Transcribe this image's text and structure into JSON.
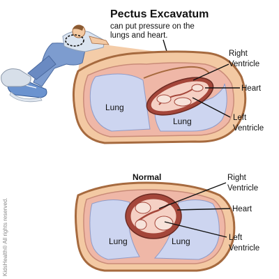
{
  "title": "Pectus Excavatum",
  "subtitle": [
    "can put pressure on the",
    "lungs and heart."
  ],
  "top_section": {
    "labels": [
      "Right",
      "Ventricle",
      "Heart",
      "Left",
      "Ventricle",
      "Lung",
      "Lung"
    ]
  },
  "bottom_section": {
    "heading": "Normal",
    "labels": [
      "Right",
      "Ventricle",
      "Heart",
      "Left",
      "Ventricle",
      "Lung",
      "Lung"
    ]
  },
  "copyright": "KidsHealth® All rights reserved.",
  "colors": {
    "skin": "#f3c9a3",
    "skin_dark": "#a66a3f",
    "fat_pink": "#efb7a7",
    "lung": "#cdd5f0",
    "heart": "#a4463a",
    "heart_inner": "#f5d0c4",
    "shirt": "#dbe4f0",
    "jeans": "#7d9ccf",
    "shoe": "#6b93cf"
  }
}
